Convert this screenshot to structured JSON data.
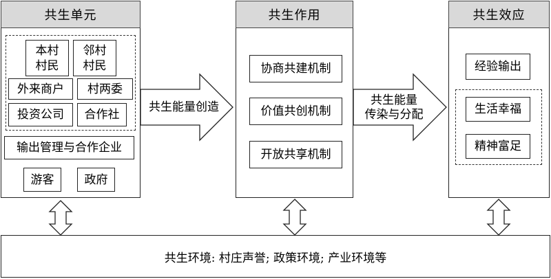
{
  "columns": {
    "units": {
      "title": "共生单元",
      "items": [
        "本村\n村民",
        "邻村\n村民",
        "外来商户",
        "村两委",
        "投资公司",
        "合作社",
        "输出管理与合作企业",
        "游客",
        "政府"
      ]
    },
    "roles": {
      "title": "共生作用",
      "items": [
        "协商共建机制",
        "价值共创机制",
        "开放共享机制"
      ]
    },
    "effects": {
      "title": "共生效应",
      "items": [
        "经验输出",
        "生活幸福",
        "精神富足"
      ]
    }
  },
  "arrows": {
    "creation": "共生能量创造",
    "transmission": "共生能量\n传染与分配"
  },
  "environment": "共生环境: 村庄声誉; 政策环境; 产业环境等"
}
